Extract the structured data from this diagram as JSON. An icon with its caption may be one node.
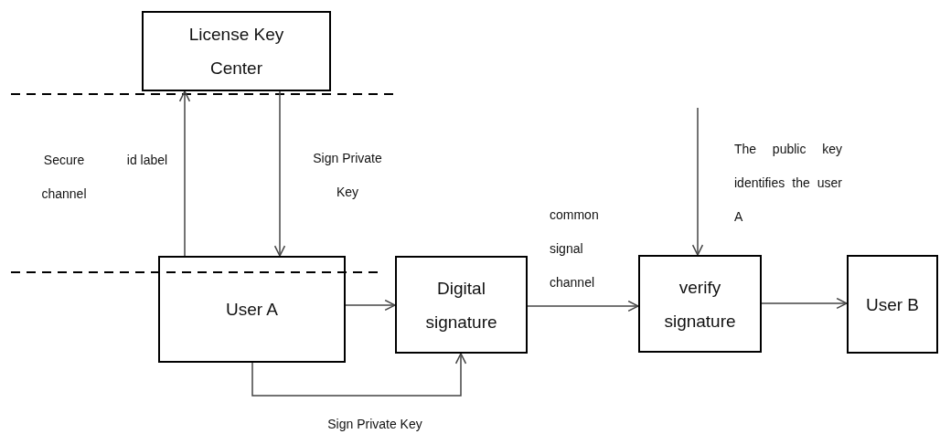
{
  "diagram": {
    "nodes": [
      {
        "text": [
          "License Key Center"
        ]
      },
      {
        "text": [
          "User A"
        ]
      },
      {
        "text": [
          "Digital signature"
        ]
      },
      {
        "text": [
          "verify signature"
        ]
      },
      {
        "text": [
          "User B"
        ]
      }
    ],
    "edges": [
      {
        "from": 1,
        "to": 0,
        "arrow": "to",
        "label": "id label"
      },
      {
        "from": 0,
        "to": 1,
        "arrow": "to",
        "label": "Sign Private Key"
      },
      {
        "from": 1,
        "to": 2,
        "arrow": "to"
      },
      {
        "from": 1,
        "to": 2,
        "arrow": "to",
        "label": "Sign Private Key"
      },
      {
        "from": 2,
        "to": 3,
        "arrow": "to",
        "label": "common signal channel"
      },
      {
        "from": null,
        "to": 3,
        "arrow": "to",
        "label": "The public key identifies the user A"
      },
      {
        "from": 3,
        "to": 4,
        "arrow": "to"
      }
    ],
    "labels": [
      "Secure channel"
    ]
  }
}
